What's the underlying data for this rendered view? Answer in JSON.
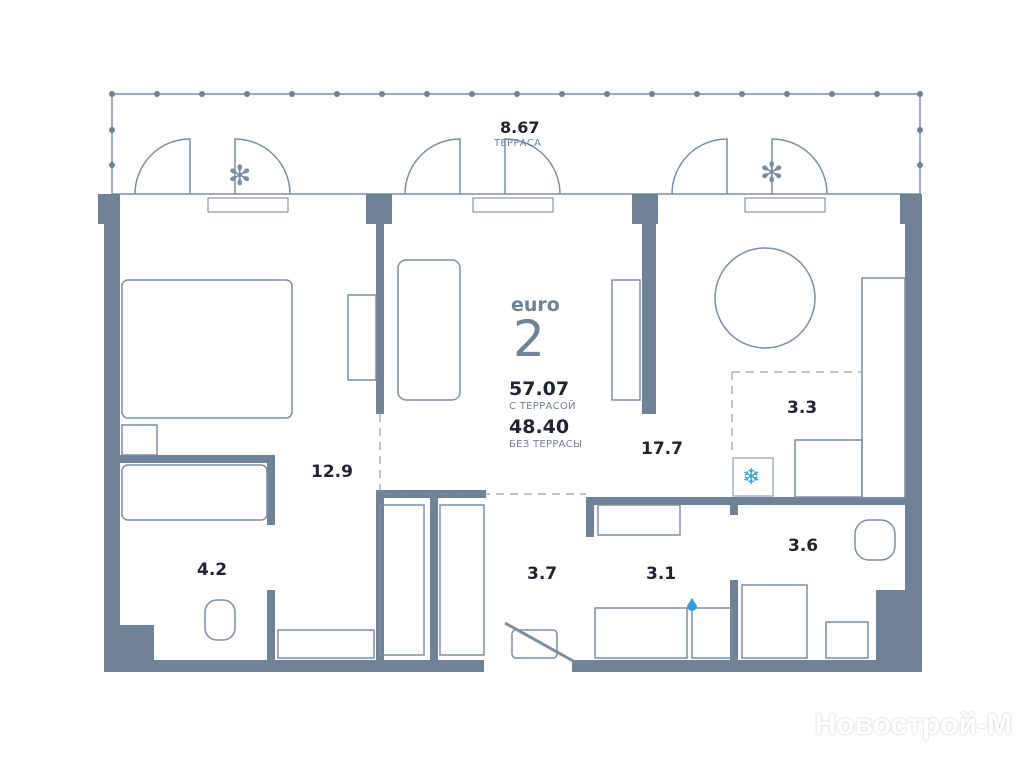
{
  "plan": {
    "colors": {
      "wall": "#6f8296",
      "line": "#7d8ea2",
      "text": "#1e2430",
      "water": "#2a9de0"
    },
    "terrace": {
      "area": "8.67",
      "label": "ТЕРРАСА"
    },
    "apartment": {
      "type": "euro",
      "rooms": "2",
      "total_area": "57.07",
      "total_label": "С ТЕРРАСОЙ",
      "area_no_terrace": "48.40",
      "no_terrace_label": "БЕЗ ТЕРРАСЫ"
    },
    "rooms": {
      "bedroom": "12.9",
      "living": "17.7",
      "kitchen": "3.3",
      "bathroom": "4.2",
      "hall": "3.7",
      "utility": "3.1",
      "wc": "3.6"
    }
  },
  "watermark": "Новострой-М"
}
